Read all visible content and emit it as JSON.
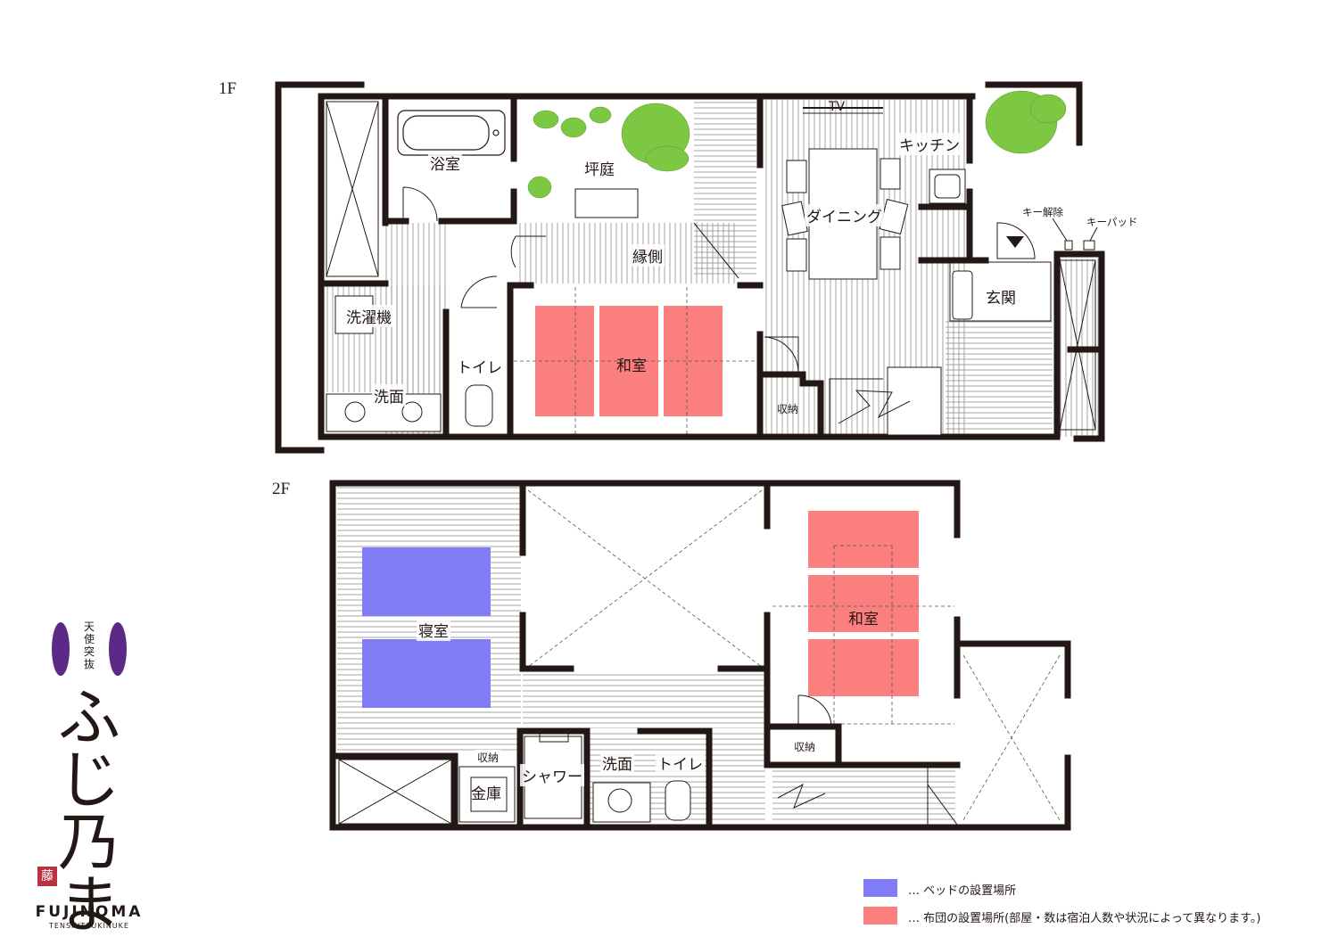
{
  "floors": {
    "first": {
      "label": "1F"
    },
    "second": {
      "label": "2F"
    }
  },
  "rooms_1f": {
    "bath": "浴室",
    "garden": "坪庭",
    "engawa": "縁側",
    "washer": "洗濯機",
    "washroom": "洗面",
    "toilet": "トイレ",
    "washitsu": "和室",
    "tv": "TV",
    "kitchen": "キッチン",
    "dining": "ダイニング",
    "entrance": "玄関",
    "storage": "収納",
    "key_release": "キー解除",
    "keypad": "キーパッド"
  },
  "rooms_2f": {
    "bedroom": "寝室",
    "washitsu": "和室",
    "storage_left": "収納",
    "safe": "金庫",
    "shower": "シャワー",
    "washroom": "洗面",
    "toilet": "トイレ",
    "storage_right": "収納"
  },
  "brand": {
    "crest_text": "天使突抜",
    "name": "ふじ乃ま",
    "seal": "藤",
    "roman": "FUJINOMA",
    "roman_sub": "TENSHITSUKINUKE"
  },
  "legend": {
    "items": [
      {
        "color": "#7f7cf6",
        "text": "… ベッドの設置場所"
      },
      {
        "color": "#fc7f80",
        "text": "… 布団の設置場所(部屋・数は宿泊人数や状況によって異なります。)"
      }
    ]
  },
  "colors": {
    "wall": "#231815",
    "bed": "#7f7cf6",
    "futon": "#fc7f80",
    "plant": "#7dc843",
    "crest": "#5b2a86",
    "seal": "#b83240"
  }
}
